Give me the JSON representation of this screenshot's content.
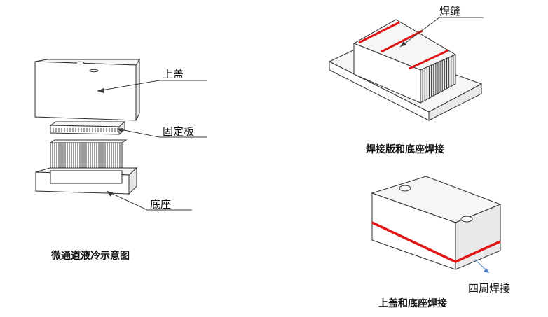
{
  "labels": {
    "top_cover": "上盖",
    "fixing_plate": "固定板",
    "base": "底座",
    "weld_seam": "焊缝",
    "perimeter_weld": "四周焊接"
  },
  "captions": {
    "microchannel": "微通道液冷示意图",
    "plate_base_weld": "焊接版和底座焊接",
    "cover_base_weld": "上盖和底座焊接"
  },
  "colors": {
    "weld": "#e01616",
    "arrow": "#4a7fc1"
  }
}
